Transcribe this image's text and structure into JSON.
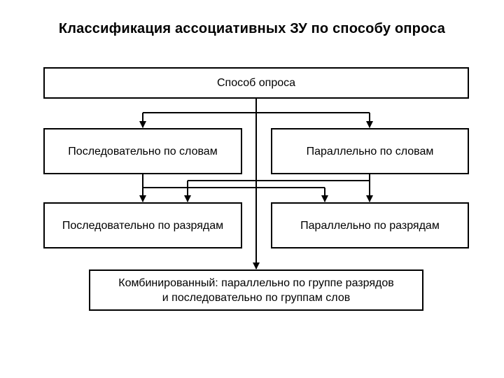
{
  "slide": {
    "title": "Классификация ассоциативных ЗУ по способу опроса"
  },
  "diagram": {
    "nodes": {
      "root": "Способ опроса",
      "seq_words": "Последовательно по словам",
      "par_words": "Параллельно по словам",
      "seq_bits": "Последовательно по разрядам",
      "par_bits": "Параллельно по разрядам",
      "combined": "Комбинированный: параллельно по группе разрядов\nи последовательно по группам слов"
    }
  }
}
